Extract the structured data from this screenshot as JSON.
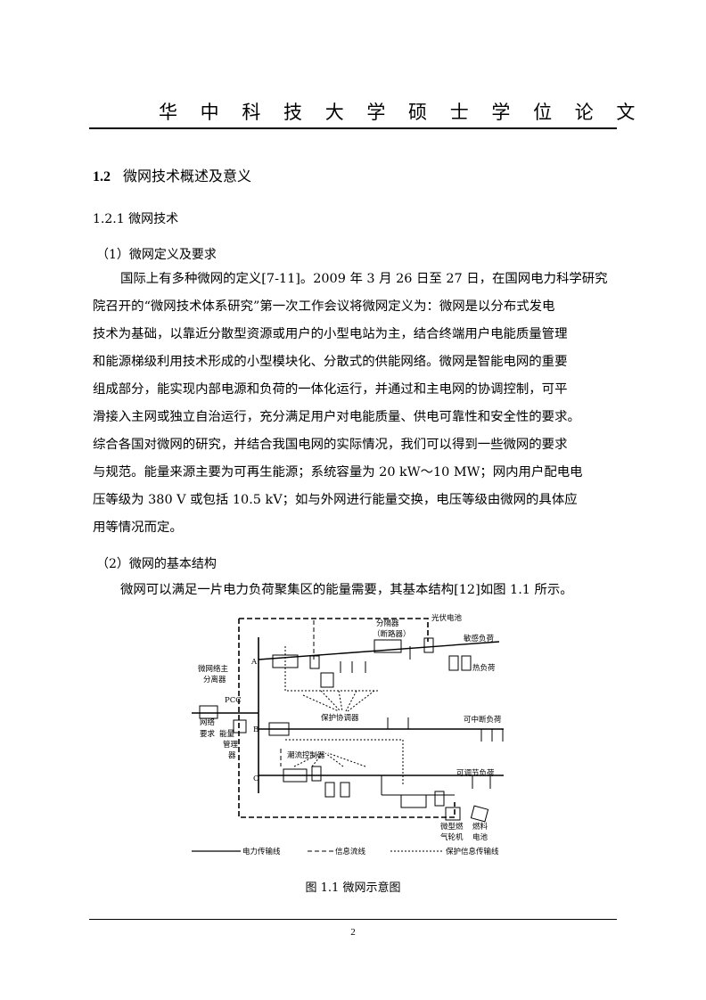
{
  "header": {
    "title": "华 中 科 技 大 学 硕 士 学 位 论 文"
  },
  "section": {
    "number": "1.2",
    "title": "微网技术概述及意义"
  },
  "subsection": {
    "title": "1.2.1  微网技术"
  },
  "item1": {
    "title": "（1）微网定义及要求"
  },
  "paragraph1": {
    "lines": [
      "国际上有多种微网的定义[7-11]。2009 年 3 月 26 日至 27 日，在国网电力科学研究",
      "院召开的“微网技术体系研究”第一次工作会议将微网定义为：微网是以分布式发电",
      "技术为基础，以靠近分散型资源或用户的小型电站为主，结合终端用户电能质量管理",
      "和能源梯级利用技术形成的小型模块化、分散式的供能网络。微网是智能电网的重要",
      "组成部分，能实现内部电源和负荷的一体化运行，并通过和主电网的协调控制，可平",
      "滑接入主网或独立自治运行，充分满足用户对电能质量、供电可靠性和安全性的要求。",
      "综合各国对微网的研究，并结合我国电网的实际情况，我们可以得到一些微网的要求",
      "与规范。能量来源主要为可再生能源；系统容量为 20 kW～10 MW；网内用户配电电",
      "压等级为 380 V 或包括 10.5 kV；如与外网进行能量交换，电压等级由微网的具体应",
      "用等情况而定。"
    ]
  },
  "item2": {
    "title": "（2）微网的基本结构"
  },
  "paragraph2": {
    "text": "微网可以满足一片电力负荷聚集区的能量需要，其基本结构[12]如图 1.1 所示。"
  },
  "figure": {
    "labels": {
      "main_separator": "微网络主",
      "main_separator2": "分离器",
      "pcc": "PCC",
      "grid_req": "网络",
      "grid_req2": "要求",
      "energy_mgr": "能量",
      "energy_mgr2": "管理",
      "energy_mgr3": "器",
      "breaker": "分隔器",
      "breaker2": "（断路器）",
      "pv": "光伏电池",
      "sensitive_load": "敏感负荷",
      "heat_load": "热负荷",
      "protect_coord": "保护协调器",
      "interruptible_load": "可中断负荷",
      "flow_ctrl": "潮流控制器",
      "adjustable_load": "可调节负荷",
      "micro_turbine": "微型燃",
      "micro_turbine2": "气轮机",
      "fuel_cell": "燃料",
      "fuel_cell2": "电池",
      "bus_a": "A",
      "bus_b": "B",
      "bus_c": "C",
      "legend_power": "电力传输线",
      "legend_info": "信息流线",
      "legend_protect": "保护信息传输线"
    }
  },
  "caption": {
    "text": "图 1.1 微网示意图"
  },
  "footer": {
    "page": "2"
  }
}
